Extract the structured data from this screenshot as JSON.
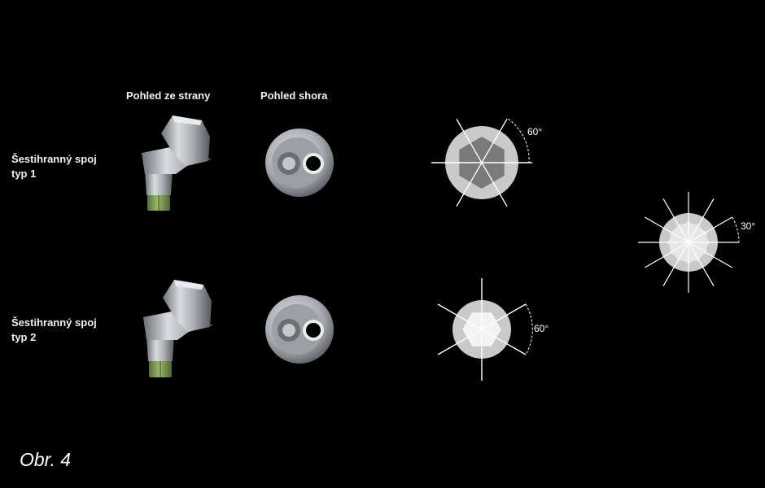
{
  "headers": {
    "side_view": "Pohled ze strany",
    "top_view": "Pohled shora"
  },
  "rows": [
    {
      "label_line1": "Šestihranný spoj",
      "label_line2": "typ 1",
      "angle": "60°"
    },
    {
      "label_line1": "Šestihranný spoj",
      "label_line2": "typ 2",
      "angle": "60°"
    }
  ],
  "combined": {
    "angle": "30°"
  },
  "figure_label": "Obr. 4",
  "colors": {
    "background": "#000000",
    "metal": "#b8bbbe",
    "green_thread": "#7f9c52",
    "diagram_light": "#c9c9c9",
    "diagram_dark": "#7a7a7a"
  }
}
